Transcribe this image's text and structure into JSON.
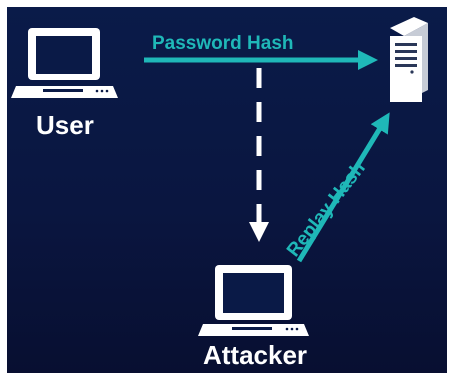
{
  "nodes": {
    "user": {
      "label": "User",
      "icon": "laptop-icon"
    },
    "server": {
      "icon": "server-icon"
    },
    "attacker": {
      "label": "Attacker",
      "icon": "laptop-icon"
    }
  },
  "edges": {
    "password_hash": {
      "label": "Password Hash",
      "from": "user",
      "to": "server",
      "style": "solid"
    },
    "intercept": {
      "from": "password_hash",
      "to": "attacker",
      "style": "dashed"
    },
    "replay_hash": {
      "label": "Replay Hash",
      "from": "attacker",
      "to": "server",
      "style": "solid"
    }
  },
  "colors": {
    "background_top": "#0a1b49",
    "background_bottom": "#080f31",
    "arrow": "#1fb8b8",
    "foreground": "#ffffff"
  }
}
